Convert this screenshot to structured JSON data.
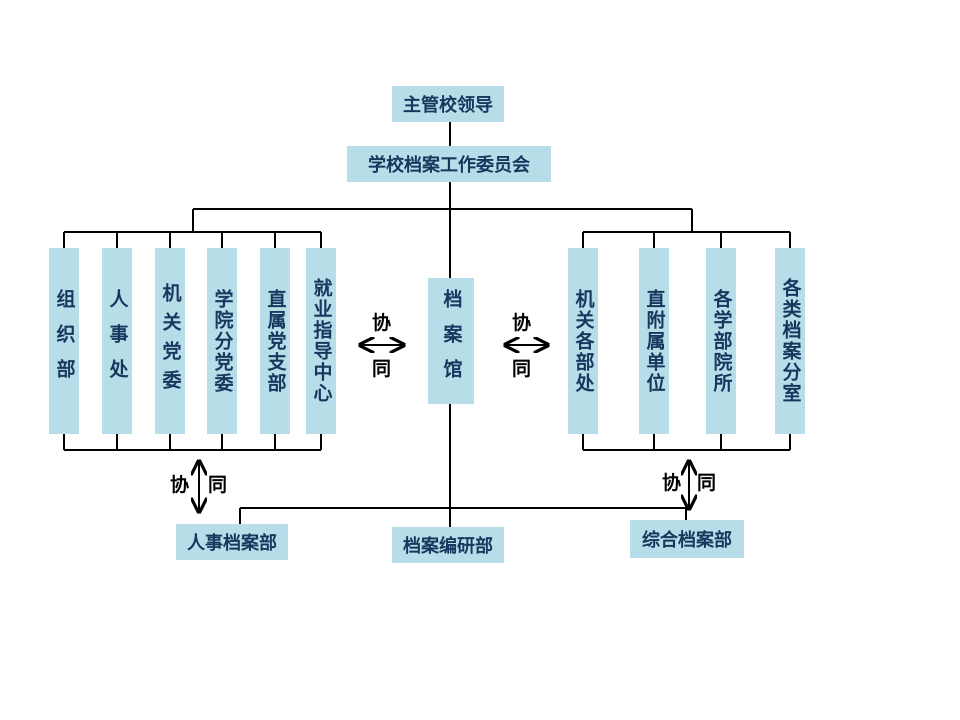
{
  "top": {
    "leader": "主管校领导",
    "committee": "学校档案工作委员会"
  },
  "center": {
    "archive": "档案馆"
  },
  "left_units": [
    "组织部",
    "人事处",
    "机关党委",
    "学院分党委",
    "直属党支部",
    "就业指导中心"
  ],
  "right_units": [
    "机关各部处",
    "直附属单位",
    "各学部院所",
    "各类档案分室"
  ],
  "bottom_units": {
    "personnel": "人事档案部",
    "research": "档案编研部",
    "general": "综合档案部"
  },
  "coord": {
    "left_a": "协",
    "left_b": "同",
    "right_a": "协",
    "right_b": "同",
    "bl_a": "协",
    "bl_b": "同",
    "br_a": "协",
    "br_b": "同"
  },
  "colors": {
    "box": "#b7dde8",
    "text": "#17375e",
    "line": "#000000"
  }
}
